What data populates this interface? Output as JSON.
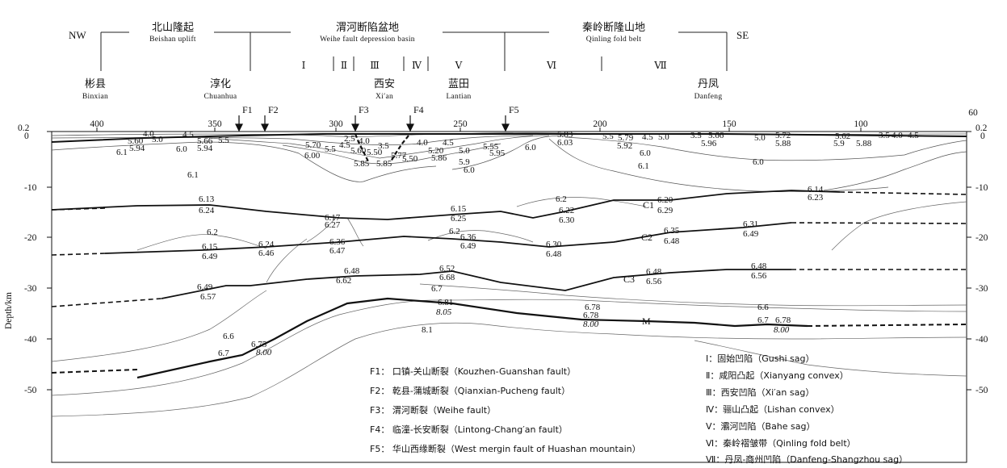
{
  "header": {
    "nw": "NW",
    "se": "SE",
    "regions": [
      {
        "cn": "北山隆起",
        "en": "Beishan uplift"
      },
      {
        "cn": "渭河断陷盆地",
        "en": "Weihe fault depression basin"
      },
      {
        "cn": "秦岭断隆山地",
        "en": "Qinling fold belt"
      }
    ],
    "romans": [
      "Ⅰ",
      "Ⅱ",
      "Ⅲ",
      "Ⅳ",
      "Ⅴ",
      "Ⅵ",
      "Ⅶ"
    ]
  },
  "cities": [
    {
      "cn": "彬县",
      "en": "Binxian"
    },
    {
      "cn": "淳化",
      "en": "Chuanhua"
    },
    {
      "cn": "西安",
      "en": "Xi′an"
    },
    {
      "cn": "蓝田",
      "en": "Lantian"
    },
    {
      "cn": "丹凤",
      "en": "Danfeng"
    }
  ],
  "faults": [
    "F1",
    "F2",
    "F3",
    "F4",
    "F5"
  ],
  "axis": {
    "x_ticks": [
      "400",
      "350",
      "300",
      "250",
      "200",
      "150",
      "100",
      "60"
    ],
    "depth_ticks": [
      "0.2",
      "0",
      "-10",
      "-20",
      "-30",
      "-40",
      "-50"
    ],
    "ylabel": "Depth/km"
  },
  "interfaces": [
    "C1",
    "C2",
    "C3",
    "M"
  ],
  "velocity_labels": [
    "4.0",
    "4.5",
    "5.60",
    "5.0",
    "5.94",
    "6.0",
    "5.66",
    "5.94",
    "5.5",
    "6.1",
    "6.1",
    "2.5",
    "4.0",
    "5.70",
    "5.5",
    "4.5",
    "5.60",
    "6.00",
    "5.50",
    "3.5",
    "5.85",
    "5.77",
    "5.85",
    "5.50",
    "4.0",
    "4.5",
    "5.20",
    "5.86",
    "5.0",
    "5.55",
    "5.9",
    "5.95",
    "6.0",
    "6.0",
    "5.83",
    "6.03",
    "5.5",
    "5.79",
    "4.5",
    "5.0",
    "5.92",
    "6.0",
    "6.1",
    "3.5",
    "5.66",
    "5.96",
    "5.0",
    "5.72",
    "5.88",
    "5.62",
    "5.9",
    "5.88",
    "3.5",
    "4.0",
    "4.5",
    "6.0",
    "6.13",
    "6.24",
    "6.17",
    "6.27",
    "6.15",
    "6.25",
    "6.2",
    "6.22",
    "6.30",
    "6.20",
    "6.29",
    "6.14",
    "6.23",
    "6.2",
    "6.15",
    "6.49",
    "6.24",
    "6.46",
    "6.36",
    "6.47",
    "6.2",
    "6.36",
    "6.49",
    "6.30",
    "6.48",
    "6.35",
    "6.48",
    "6.31",
    "6.49",
    "6.48",
    "6.62",
    "6.52",
    "6.68",
    "6.49",
    "6.57",
    "6.48",
    "6.56",
    "6.48",
    "6.56",
    "6.7",
    "6.81",
    "8.05",
    "6.78",
    "6.78",
    "8.00",
    "6.6",
    "6.7",
    "6.78",
    "8.00",
    "6.6",
    "6.7",
    "6.75",
    "8.00",
    "8.1"
  ],
  "legend_faults": [
    "F1：  口镇-关山断裂（Kouzhen-Guanshan fault）",
    "F2：  乾县-蒲城断裂（Qianxian-Pucheng fault）",
    "F3：  渭河断裂（Weihe fault）",
    "F4：  临潼-长安断裂（Lintong-Chang′an fault）",
    "F5：  华山西缘断裂（West mergin fault of Huashan mountain）"
  ],
  "legend_units": [
    "Ⅰ：固始凹陷（Gushi sag）",
    "Ⅱ：咸阳凸起（Xianyang convex）",
    "Ⅲ：西安凹陷（Xi′an sag）",
    "Ⅳ：骊山凸起（Lishan convex）",
    "Ⅴ：灞河凹陷（Bahe sag）",
    "Ⅵ：秦岭褶皱带（Qinling fold belt）",
    "Ⅶ：丹凤-商州凹陷（Danfeng-Shangzhou sag）"
  ]
}
